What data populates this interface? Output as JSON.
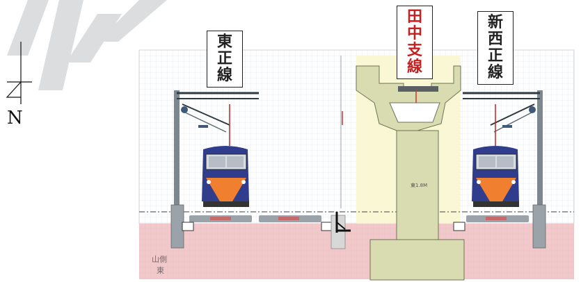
{
  "compass": {
    "letter": "N"
  },
  "labels": {
    "east_main": [
      "東",
      "正",
      "線"
    ],
    "tianzhong": [
      "田",
      "中",
      "支",
      "線"
    ],
    "xinxi_main": [
      "新",
      "西",
      "正",
      "線"
    ]
  },
  "pier_tag": "東1.8M",
  "corner_label": [
    "山側",
    "東"
  ],
  "colors": {
    "ground_pink": "#f1c9cb",
    "zone_yellow": "#f9f6cc",
    "viaduct_olive": "#d8dcb0",
    "train_blue": "#2f3d8c",
    "train_orange": "#f08030",
    "tianzhong_red": "#c81e1e"
  }
}
